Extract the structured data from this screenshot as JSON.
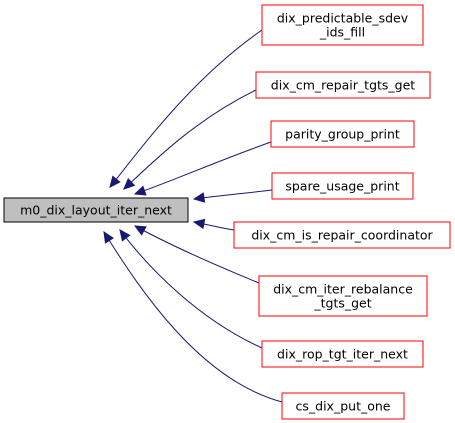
{
  "graph": {
    "main_node": {
      "label": "m0_dix_layout_iter_next",
      "color": "#bfbfbf"
    },
    "callers": [
      {
        "lines": [
          "dix_predictable_sdev",
          "_ids_fill"
        ]
      },
      {
        "lines": [
          "dix_cm_repair_tgts_get"
        ]
      },
      {
        "lines": [
          "parity_group_print"
        ]
      },
      {
        "lines": [
          "spare_usage_print"
        ]
      },
      {
        "lines": [
          "dix_cm_is_repair_coordinator"
        ]
      },
      {
        "lines": [
          "dix_cm_iter_rebalance",
          "_tgts_get"
        ]
      },
      {
        "lines": [
          "dix_rop_tgt_iter_next"
        ]
      },
      {
        "lines": [
          "cs_dix_put_one"
        ]
      }
    ],
    "colors": {
      "edge": "#191970",
      "caller_border": "#ff0000",
      "main_border": "#000000",
      "main_fill": "#bfbfbf"
    }
  }
}
